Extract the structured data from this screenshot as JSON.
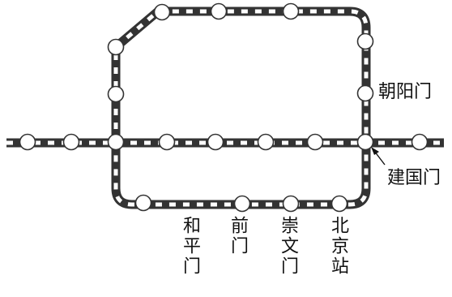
{
  "labels": {
    "chaoyangmen": "朝阳门",
    "jianguomen": "建国门",
    "hepingmen": "和平门",
    "qianmen": "前门",
    "chongwenmen": "崇文门",
    "beijingzhan": "北京站"
  },
  "colors": {
    "track": "#333333",
    "track_dash": "#ffffff",
    "station_fill": "#ffffff",
    "station_stroke": "#333333",
    "text": "#111111"
  }
}
